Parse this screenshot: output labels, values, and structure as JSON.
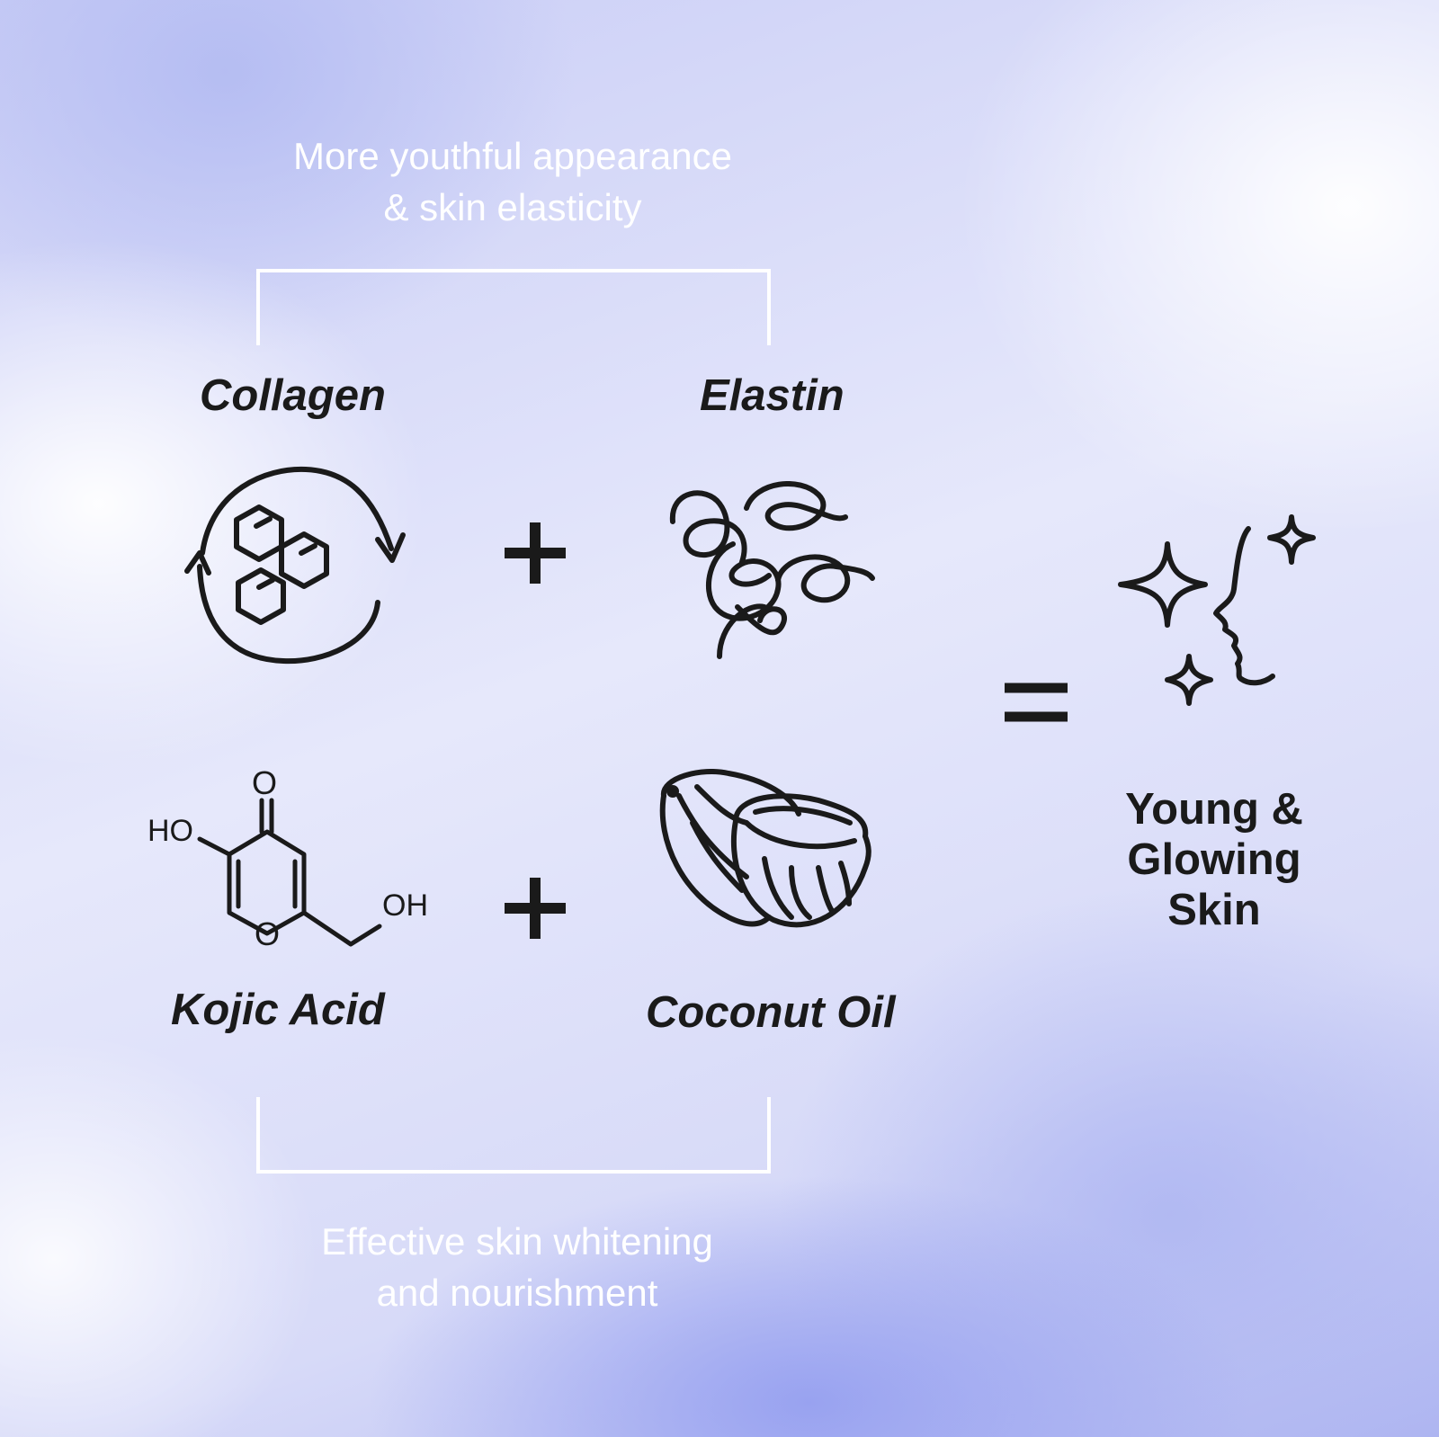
{
  "top_caption": "More youthful appearance\n& skin elasticity",
  "bottom_caption": "Effective skin whitening\nand nourishment",
  "ingredients": [
    {
      "label": "Collagen",
      "icon": "honeycomb-cycle-icon"
    },
    {
      "label": "Elastin",
      "icon": "coils-icon"
    },
    {
      "label": "Kojic Acid",
      "icon": "kojic-acid-molecule-icon"
    },
    {
      "label": "Coconut Oil",
      "icon": "coconut-icon"
    }
  ],
  "operators": {
    "plus": "+",
    "equals": "="
  },
  "molecule": {
    "hydroxyl_left": "HO",
    "hydroxyl_right": "OH",
    "ring_oxygen": "O",
    "ketone_oxygen": "O"
  },
  "result": {
    "label": "Young &\nGlowing\nSkin",
    "icon": "sparkle-face-icon"
  },
  "colors": {
    "ink": "#1a1a1a",
    "caption": "#ffffff",
    "accent": "#a3aaf0"
  }
}
